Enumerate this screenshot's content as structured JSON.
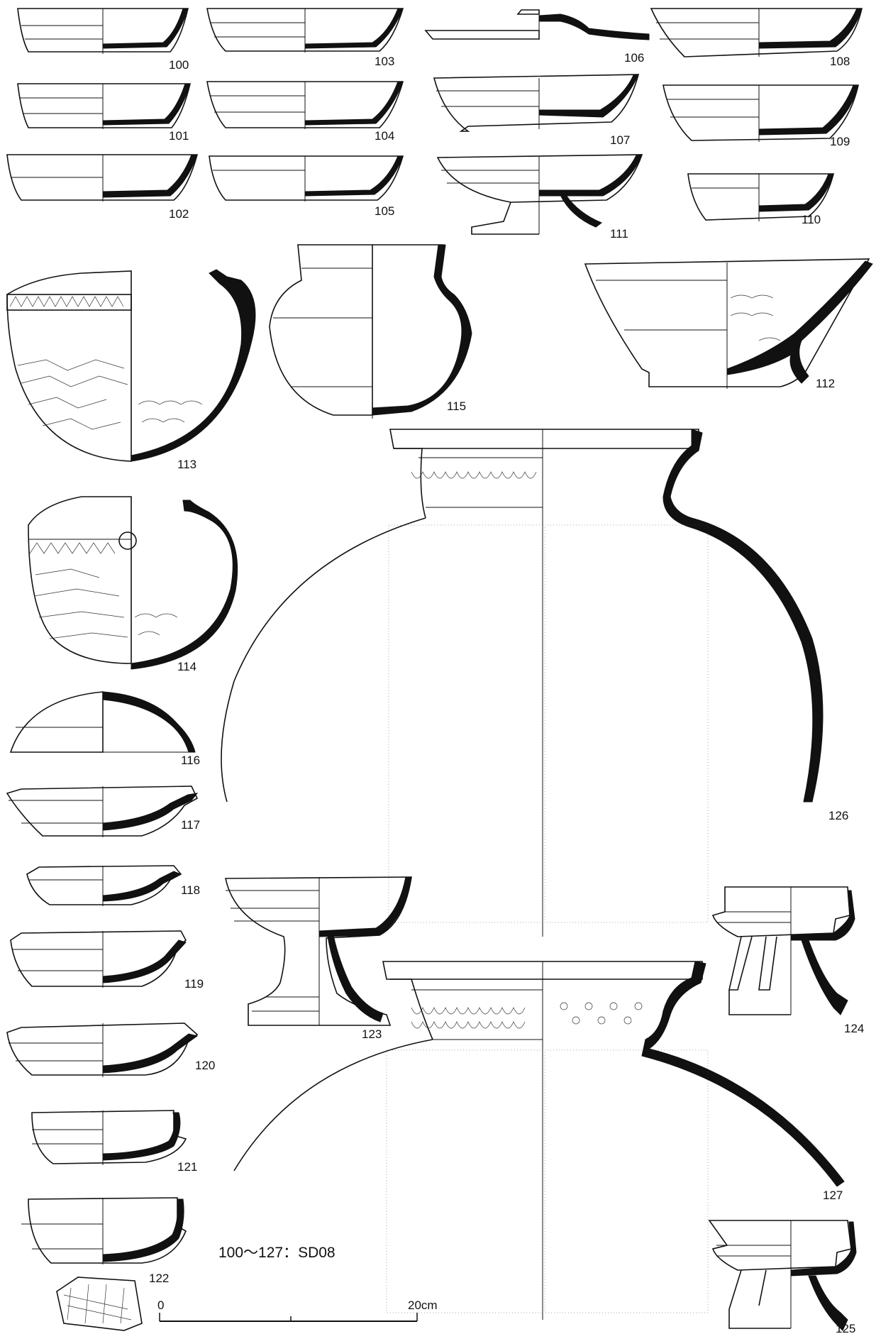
{
  "figure": {
    "caption": "100〜127：SD08",
    "scale": {
      "start": "0",
      "end": "20cm"
    }
  },
  "vessels": [
    {
      "id": "100"
    },
    {
      "id": "101"
    },
    {
      "id": "102"
    },
    {
      "id": "103"
    },
    {
      "id": "104"
    },
    {
      "id": "105"
    },
    {
      "id": "106"
    },
    {
      "id": "107"
    },
    {
      "id": "108"
    },
    {
      "id": "109"
    },
    {
      "id": "110"
    },
    {
      "id": "111"
    },
    {
      "id": "112"
    },
    {
      "id": "113"
    },
    {
      "id": "114"
    },
    {
      "id": "115"
    },
    {
      "id": "116"
    },
    {
      "id": "117"
    },
    {
      "id": "118"
    },
    {
      "id": "119"
    },
    {
      "id": "120"
    },
    {
      "id": "121"
    },
    {
      "id": "122"
    },
    {
      "id": "123"
    },
    {
      "id": "124"
    },
    {
      "id": "125"
    },
    {
      "id": "126"
    },
    {
      "id": "127"
    }
  ],
  "style": {
    "ink": "#111111",
    "paper": "#ffffff"
  }
}
